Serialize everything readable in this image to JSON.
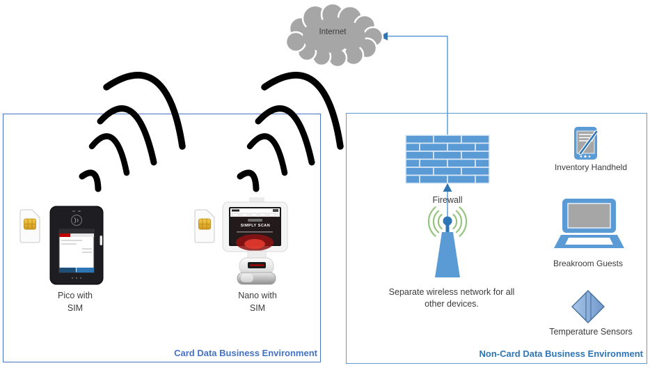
{
  "internet": {
    "label": "Internet"
  },
  "card_env": {
    "label": "Card Data Business Environment",
    "devices": [
      {
        "line1": "Pico with",
        "line2": "SIM"
      },
      {
        "line1": "Nano with",
        "line2": "SIM"
      }
    ],
    "nano_screen_headline": "SIMPLY SCAN"
  },
  "non_card_env": {
    "label": "Non-Card Data Business Environment",
    "firewall": {
      "label": "Firewall"
    },
    "wireless": {
      "line1": "Separate wireless network for all",
      "line2": "other devices."
    },
    "endpoints": [
      {
        "label": "Inventory Handheld"
      },
      {
        "label": "Breakroom Guests"
      },
      {
        "label": "Temperature Sensors"
      }
    ]
  },
  "colors": {
    "card_env_border": "#4472C4",
    "non_card_env_border": "#5B9BD5",
    "non_card_env_label": "#2E75B6",
    "firewall_brick": "#5B9BD5",
    "connector_line": "#5B9BD5",
    "arrowhead": "#2E75B6",
    "cloud_gray": "#A6A6A6",
    "signal_arc_black": "#000000",
    "wifi_arc_green": "#94C47D",
    "sim_chip_gold": "#E3B54A",
    "device_blue_icon": "#5B9BD5"
  }
}
